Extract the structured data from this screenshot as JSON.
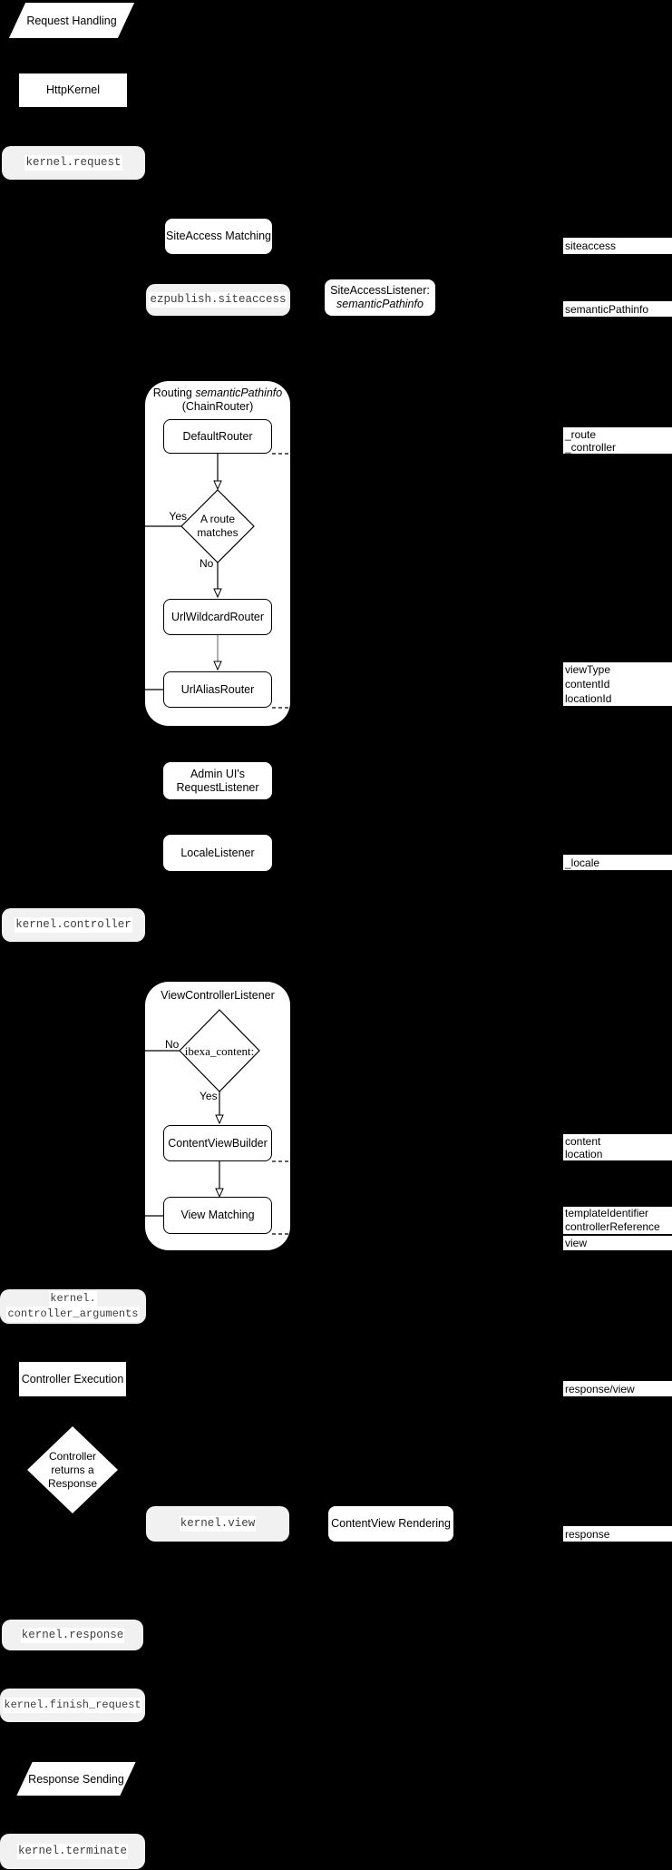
{
  "colors": {
    "background": "#000000",
    "node_fill": "#ffffff",
    "event_fill": "#f1f1f1",
    "event_text": "#3c3c3c",
    "line": "#000000",
    "grey_line": "#8a8a8a"
  },
  "nodes": {
    "request_handling": "Request Handling",
    "http_kernel": "HttpKernel",
    "kernel_request": "kernel.request",
    "siteaccess_matching": "SiteAccess Matching",
    "ezpublish_siteaccess": "ezpublish.siteaccess",
    "siteaccess_listener": {
      "line1": "SiteAccessListener:",
      "line2": "semanticPathinfo"
    },
    "routing": {
      "title_normal": "Routing ",
      "title_italic": "semanticPathinfo",
      "subtitle": "(ChainRouter)",
      "default_router": "DefaultRouter",
      "decision_line1": "A route",
      "decision_line2": "matches",
      "yes": "Yes",
      "no": "No",
      "url_wildcard_router": "UrlWildcardRouter",
      "url_alias_router": "UrlAliasRouter"
    },
    "admin_ui_listener": {
      "line1": "Admin UI's",
      "line2": "RequestListener"
    },
    "locale_listener": "LocaleListener",
    "kernel_controller": "kernel.controller",
    "view_controller": {
      "title": "ViewControllerListener",
      "decision": "ibexa_content:",
      "no": "No",
      "yes": "Yes",
      "content_view_builder": "ContentViewBuilder",
      "view_matching": "View Matching"
    },
    "kernel_controller_arguments": {
      "line1": "kernel.",
      "line2": "controller_arguments"
    },
    "controller_execution": "Controller Execution",
    "controller_returns": {
      "line1": "Controller",
      "line2": "returns a",
      "line3": "Response"
    },
    "kernel_view": "kernel.view",
    "contentview_rendering": "ContentView Rendering",
    "kernel_response": "kernel.response",
    "kernel_finish_request": "kernel.finish_request",
    "response_sending": "Response Sending",
    "kernel_terminate": "kernel.terminate"
  },
  "side_labels": [
    {
      "id": "siteaccess",
      "lines": [
        "siteaccess"
      ]
    },
    {
      "id": "semanticPathinfo",
      "lines": [
        "semanticPathinfo"
      ]
    },
    {
      "id": "route-controller",
      "lines": [
        "_route",
        "_controller"
      ]
    },
    {
      "id": "view-params",
      "lines": [
        "viewType",
        "contentId",
        "locationId"
      ]
    },
    {
      "id": "locale",
      "lines": [
        "_locale"
      ]
    },
    {
      "id": "content-location",
      "lines": [
        "content",
        "location"
      ]
    },
    {
      "id": "template-controller",
      "lines": [
        "templateIdentifier",
        "controllerReference"
      ]
    },
    {
      "id": "view",
      "lines": [
        "view"
      ]
    },
    {
      "id": "response-view",
      "lines": [
        "response/view"
      ]
    },
    {
      "id": "response",
      "lines": [
        "response"
      ]
    }
  ]
}
